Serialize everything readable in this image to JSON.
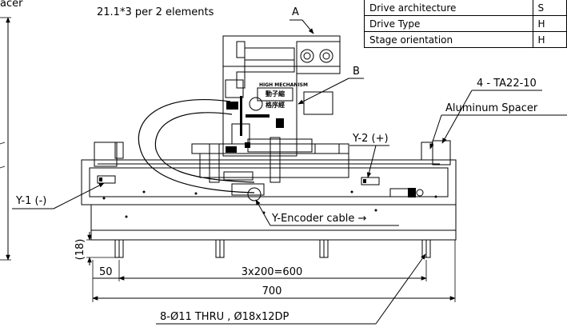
{
  "spec_table": [
    {
      "key": "Drive architecture",
      "value": "S"
    },
    {
      "key": "Drive Type",
      "value": "H"
    },
    {
      "key": "Stage orientation",
      "value": "H"
    }
  ],
  "labels": {
    "top_left": "acer",
    "top_note": "21.1*3 per 2 elements",
    "callout_a": "A",
    "callout_b": "B",
    "ta": "4 - TA22-10",
    "spacer": "Aluminum Spacer",
    "y2": "Y-2 (+)",
    "y1": "Y-1 (-)",
    "encoder": "Y-Encoder cable →",
    "dim_18": "(18)",
    "dim_50": "50",
    "dim_600": "3x200=600",
    "dim_700": "700",
    "holes": "8-Ø11 THRU , Ø18x12DP",
    "motor_brand": "HIGH MECHANISM",
    "motor_text_1": "動子縮",
    "motor_text_2": "格序經"
  }
}
